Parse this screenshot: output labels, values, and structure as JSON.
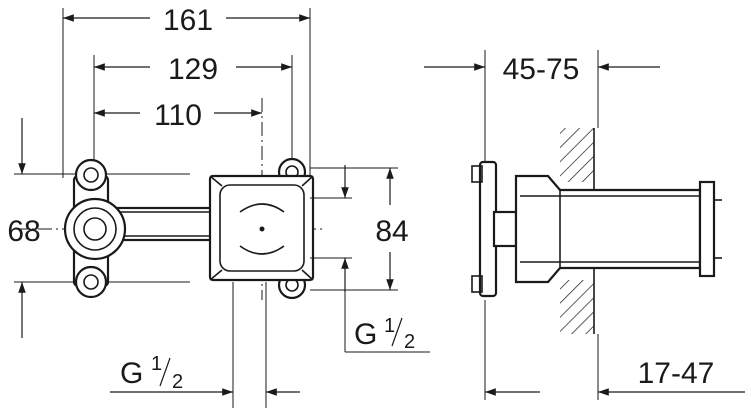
{
  "dimensions": {
    "width_overall": "161",
    "width_mount": "129",
    "width_center": "110",
    "height_left": "68",
    "height_box": "84",
    "depth_adjust": "45-75",
    "depth_lower": "17-47"
  },
  "connections": {
    "thread_right_main": "G",
    "thread_right_sup": "1",
    "thread_right_sub": "2",
    "thread_left_main": "G",
    "thread_left_sup": "1",
    "thread_left_sub": "2"
  },
  "colors": {
    "line": "#1a1a1a",
    "background": "#ffffff"
  }
}
